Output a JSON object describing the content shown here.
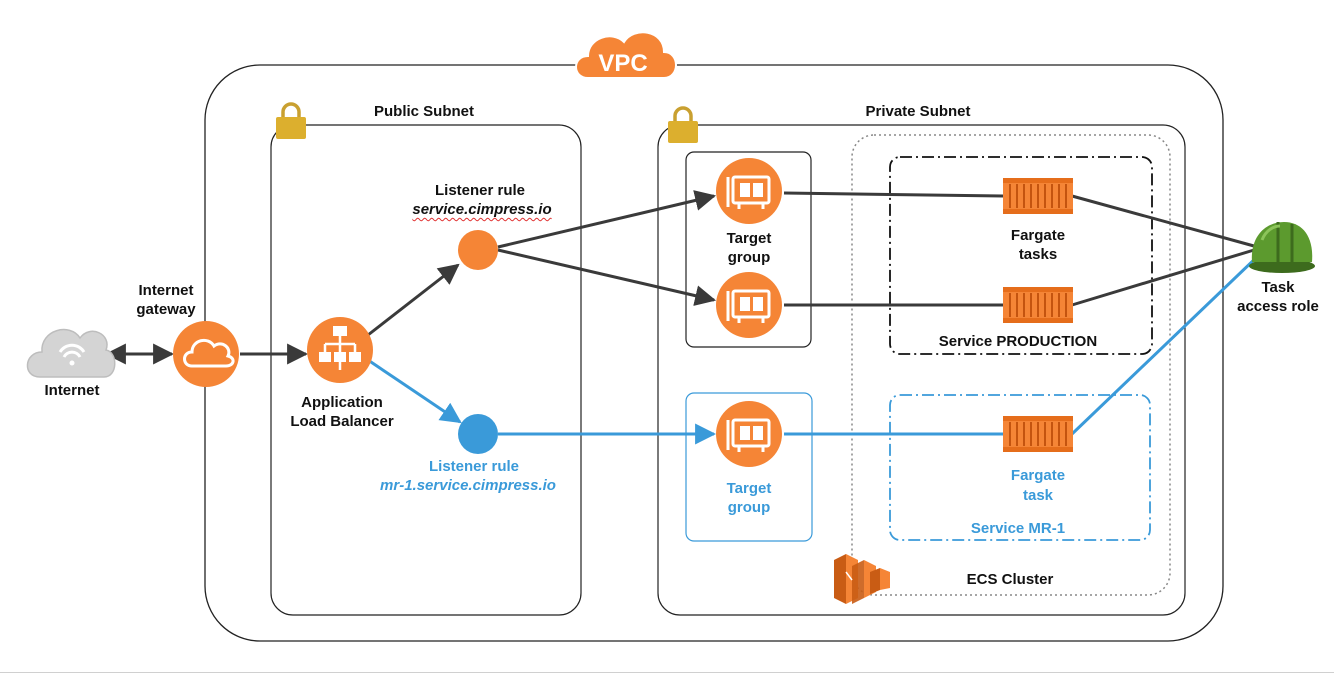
{
  "vpc": {
    "label": "VPC"
  },
  "public_subnet": {
    "title": "Public Subnet"
  },
  "private_subnet": {
    "title": "Private Subnet"
  },
  "internet": {
    "label": "Internet"
  },
  "internet_gateway": {
    "line1": "Internet",
    "line2": "gateway"
  },
  "alb": {
    "line1": "Application",
    "line2": "Load Balancer"
  },
  "listener_prod": {
    "title": "Listener rule",
    "host": "service.cimpress.io"
  },
  "listener_mr1": {
    "title": "Listener rule",
    "host": "mr-1.service.cimpress.io"
  },
  "target_group_prod": {
    "line1": "Target",
    "line2": "group"
  },
  "target_group_mr1": {
    "line1": "Target",
    "line2": "group"
  },
  "service_production": {
    "label": "Service PRODUCTION",
    "tasks_line1": "Fargate",
    "tasks_line2": "tasks"
  },
  "service_mr1": {
    "label": "Service MR-1",
    "task_line1": "Fargate",
    "task_line2": "task"
  },
  "ecs_cluster": {
    "label": "ECS Cluster"
  },
  "task_role": {
    "line1": "Task",
    "line2": "access role"
  },
  "colors": {
    "orange": "#f58536",
    "blue": "#3a9ad9",
    "dark": "#3a3a3a",
    "green": "#5c9a2e",
    "grey": "#bdbdbd"
  }
}
